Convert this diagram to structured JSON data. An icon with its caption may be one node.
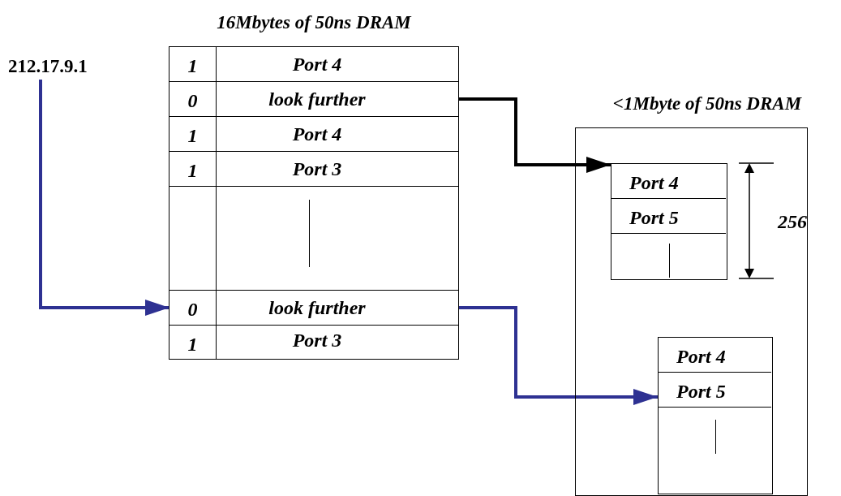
{
  "diagram": {
    "nodes": [
      {
        "text": [
          "212.17.9.1"
        ]
      },
      {
        "text": [
          "16Mbytes of 50ns DRAM"
        ]
      },
      {
        "text": [
          "1",
          "Port 4"
        ],
        "in": 1
      },
      {
        "text": [
          "0",
          "look further"
        ],
        "in": 1
      },
      {
        "text": [
          "1",
          "Port 4"
        ],
        "in": 1
      },
      {
        "text": [
          "1",
          "Port 3"
        ],
        "in": 1
      },
      {
        "text": [
          "0",
          "look further"
        ],
        "in": 1
      },
      {
        "text": [
          "1",
          "Port 3"
        ],
        "in": 1
      },
      {
        "text": [
          "<1Mbyte of 50ns DRAM"
        ]
      },
      {
        "text": [],
        "shape": "box",
        "in": 8,
        "beside": [
          "256"
        ]
      },
      {
        "text": [
          "Port 4"
        ],
        "in": 9
      },
      {
        "text": [
          "Port 5"
        ],
        "in": 9
      },
      {
        "text": [],
        "shape": "box",
        "in": 8
      },
      {
        "text": [
          "Port 4"
        ],
        "in": 12
      },
      {
        "text": [
          "Port 5"
        ],
        "in": 12
      }
    ],
    "edges": [
      {
        "from": 0,
        "to": 6,
        "arrow": "to",
        "color": "#2e3192"
      },
      {
        "from": 3,
        "to": 9,
        "arrow": "to",
        "color": "#000000"
      },
      {
        "from": 6,
        "to": 12,
        "arrow": "to",
        "color": "#2e3192"
      }
    ]
  }
}
